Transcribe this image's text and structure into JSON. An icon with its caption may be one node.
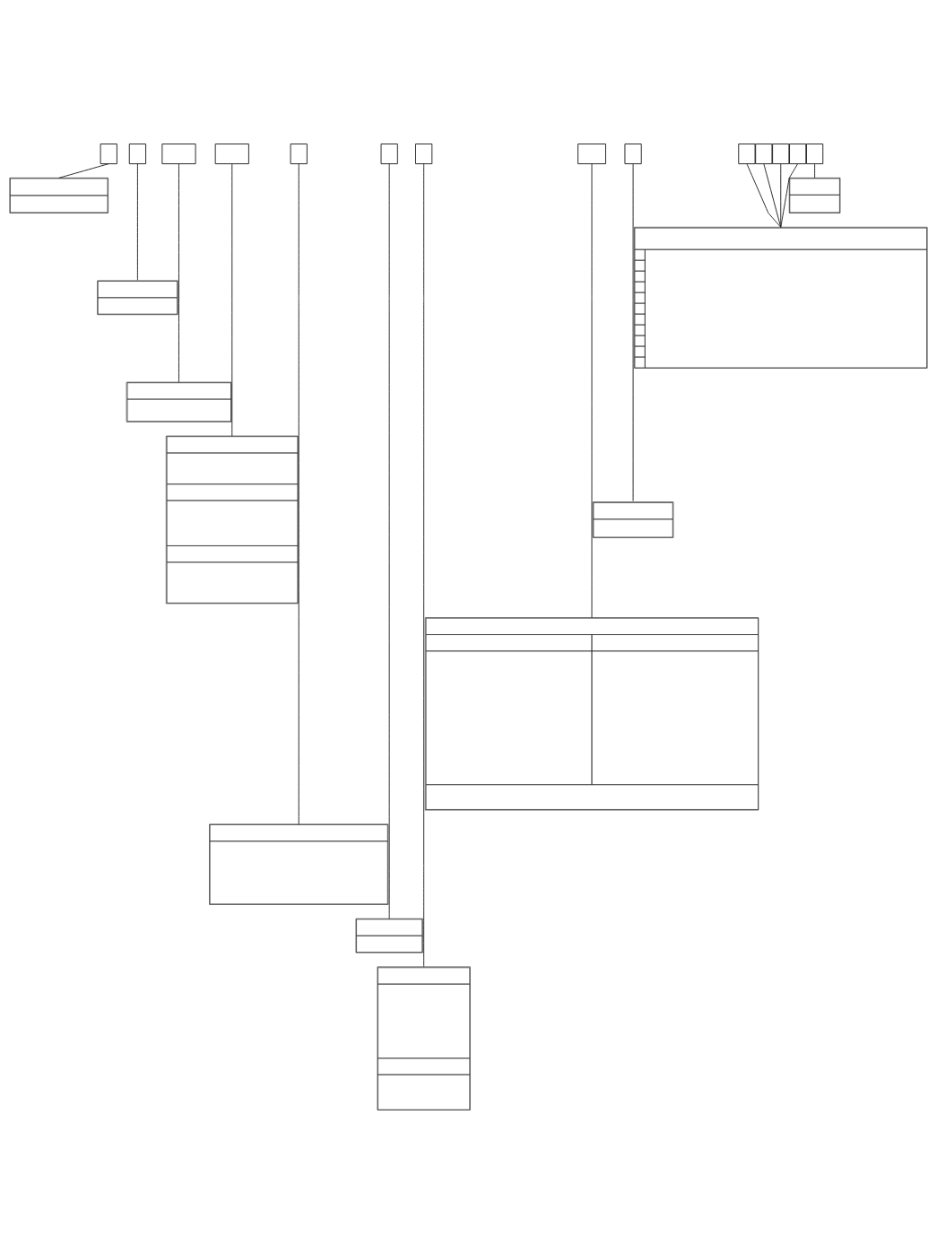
{
  "diagram": {
    "nodes": [
      {
        "text": [],
        "shape": "box"
      },
      {
        "text": [],
        "shape": "box"
      },
      {
        "text": [],
        "shape": "box"
      },
      {
        "text": [],
        "shape": "box"
      },
      {
        "text": [],
        "shape": "box"
      },
      {
        "text": [],
        "shape": "box"
      },
      {
        "text": [],
        "shape": "box"
      },
      {
        "text": [],
        "shape": "box"
      },
      {
        "text": [],
        "shape": "box"
      },
      {
        "text": [],
        "shape": "box"
      },
      {
        "text": [],
        "shape": "box"
      },
      {
        "text": [],
        "shape": "box"
      },
      {
        "text": [],
        "shape": "box"
      },
      {
        "text": [],
        "shape": "box"
      },
      {
        "text": [],
        "shape": "box"
      },
      {
        "text": [],
        "shape": "box"
      },
      {
        "text": [],
        "shape": "box"
      },
      {
        "text": [],
        "shape": "box"
      },
      {
        "text": [],
        "shape": "box"
      },
      {
        "text": [],
        "shape": "box"
      },
      {
        "text": [],
        "shape": "box"
      },
      {
        "text": [],
        "shape": "box"
      },
      {
        "text": [],
        "shape": "box"
      },
      {
        "text": [],
        "shape": "box"
      },
      {
        "text": [],
        "shape": "box"
      }
    ],
    "edges": [
      {
        "from": 0,
        "to": 14,
        "arrow": "none"
      },
      {
        "from": 1,
        "to": 16,
        "arrow": "none"
      },
      {
        "from": 2,
        "to": 18,
        "arrow": "none"
      },
      {
        "from": 3,
        "to": 19,
        "arrow": "none"
      },
      {
        "from": 4,
        "to": 22,
        "arrow": "none"
      },
      {
        "from": 5,
        "to": 23,
        "arrow": "none"
      },
      {
        "from": 6,
        "to": 24,
        "arrow": "none"
      },
      {
        "from": 7,
        "to": 21,
        "arrow": "none"
      },
      {
        "from": 8,
        "to": 20,
        "arrow": "none"
      },
      {
        "from": 9,
        "to": 17,
        "arrow": "none"
      },
      {
        "from": 10,
        "to": 17,
        "arrow": "none"
      },
      {
        "from": 11,
        "to": 17,
        "arrow": "none"
      },
      {
        "from": 12,
        "to": 17,
        "arrow": "none"
      },
      {
        "from": 13,
        "to": 15,
        "arrow": "none"
      }
    ]
  }
}
